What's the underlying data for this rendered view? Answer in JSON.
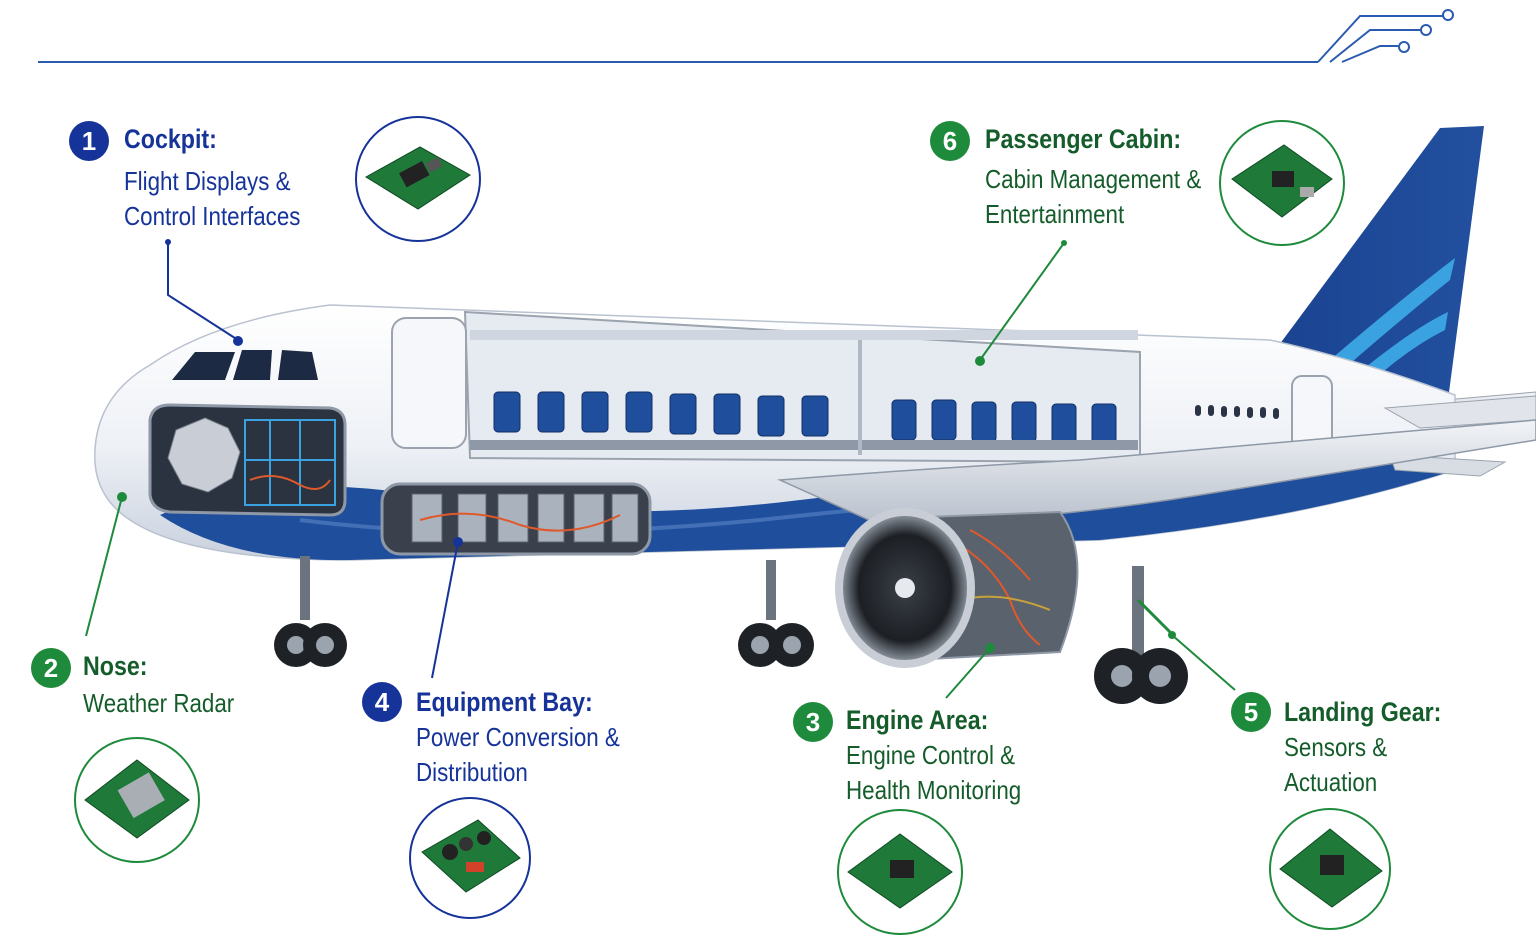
{
  "colors": {
    "blue_accent": "#16339a",
    "green_accent": "#1e8a3c",
    "fuselage_blue": "#1f4f9c",
    "line_blue": "#2a5bb0"
  },
  "callouts": [
    {
      "number": "1",
      "title": "Cockpit:",
      "lines": [
        "Flight Displays &",
        "Control Interfaces"
      ],
      "theme": "blue"
    },
    {
      "number": "2",
      "title": "Nose:",
      "lines": [
        "Weather Radar"
      ],
      "theme": "green"
    },
    {
      "number": "3",
      "title": "Engine Area:",
      "lines": [
        "Engine Control &",
        "Health Monitoring"
      ],
      "theme": "green"
    },
    {
      "number": "4",
      "title": "Equipment Bay:",
      "lines": [
        "Power Conversion &",
        "Distribution"
      ],
      "theme": "blue"
    },
    {
      "number": "5",
      "title": "Landing Gear:",
      "lines": [
        "Sensors &",
        "Actuation"
      ],
      "theme": "green"
    },
    {
      "number": "6",
      "title": "Passenger Cabin:",
      "lines": [
        "Cabin Management &",
        "Entertainment"
      ],
      "theme": "green"
    }
  ],
  "icons": {
    "board": "circuit-board-icon",
    "aircraft": "airplane-cutaway",
    "decoration": "circuit-trace-icon"
  }
}
